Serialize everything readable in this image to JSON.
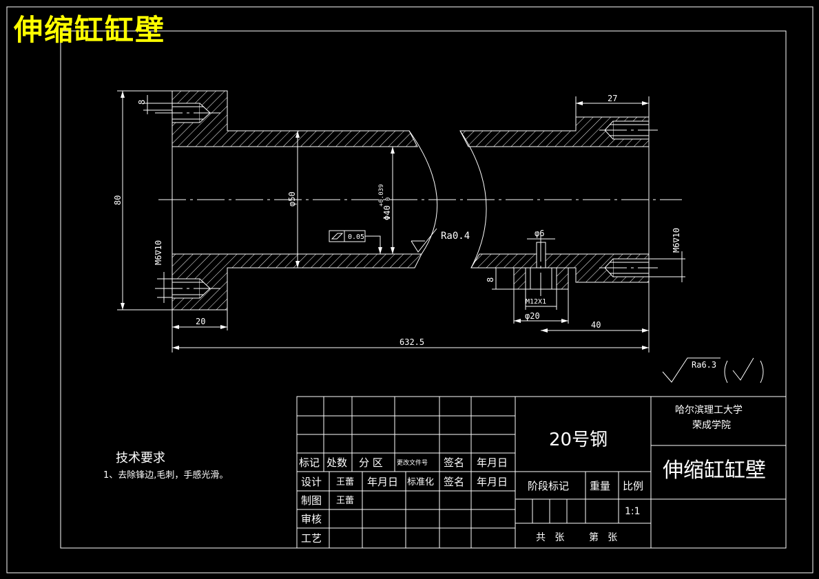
{
  "header": {
    "title": "伸缩缸缸壁"
  },
  "dimensions": {
    "d8_top": "8",
    "d27": "27",
    "d80": "80",
    "phi50": "φ50",
    "phi40": "Φ40",
    "phi40_tol": "+0.039",
    "phi40_tol2": "0",
    "m6_left": "M6∇10",
    "m6_right": "M6∇10",
    "phi6": "φ6",
    "d8_bottom": "8",
    "m12": "M12X1",
    "phi20": "φ20",
    "d40": "40",
    "d20": "20",
    "d632": "632.5",
    "tol_value": "0.05"
  },
  "surface": {
    "ra04": "Ra0.4",
    "ra63": "Ra6.3"
  },
  "tech": {
    "heading": "技术要求",
    "line1": "1、去除锋边,毛刺，手感光滑。"
  },
  "titleblock": {
    "material": "20号钢",
    "school_line1": "哈尔滨理工大学",
    "school_line2": "荣成学院",
    "part_name": "伸缩缸缸壁",
    "row_biaoji": [
      "标记",
      "处数",
      "分 区",
      "更改文件号",
      "签名",
      "年月日"
    ],
    "row_sheji": [
      "设计",
      "王蕾",
      "年月日",
      "标准化",
      "签名",
      "年月日"
    ],
    "zhitu": "制图",
    "zhitu_name": "王蕾",
    "shenhe": "审核",
    "gongyi": "工艺",
    "jieduan": "阶段标记",
    "zhongliang": "重量",
    "bili": "比例",
    "scale": "1:1",
    "sheets": "共   张        第   张"
  }
}
